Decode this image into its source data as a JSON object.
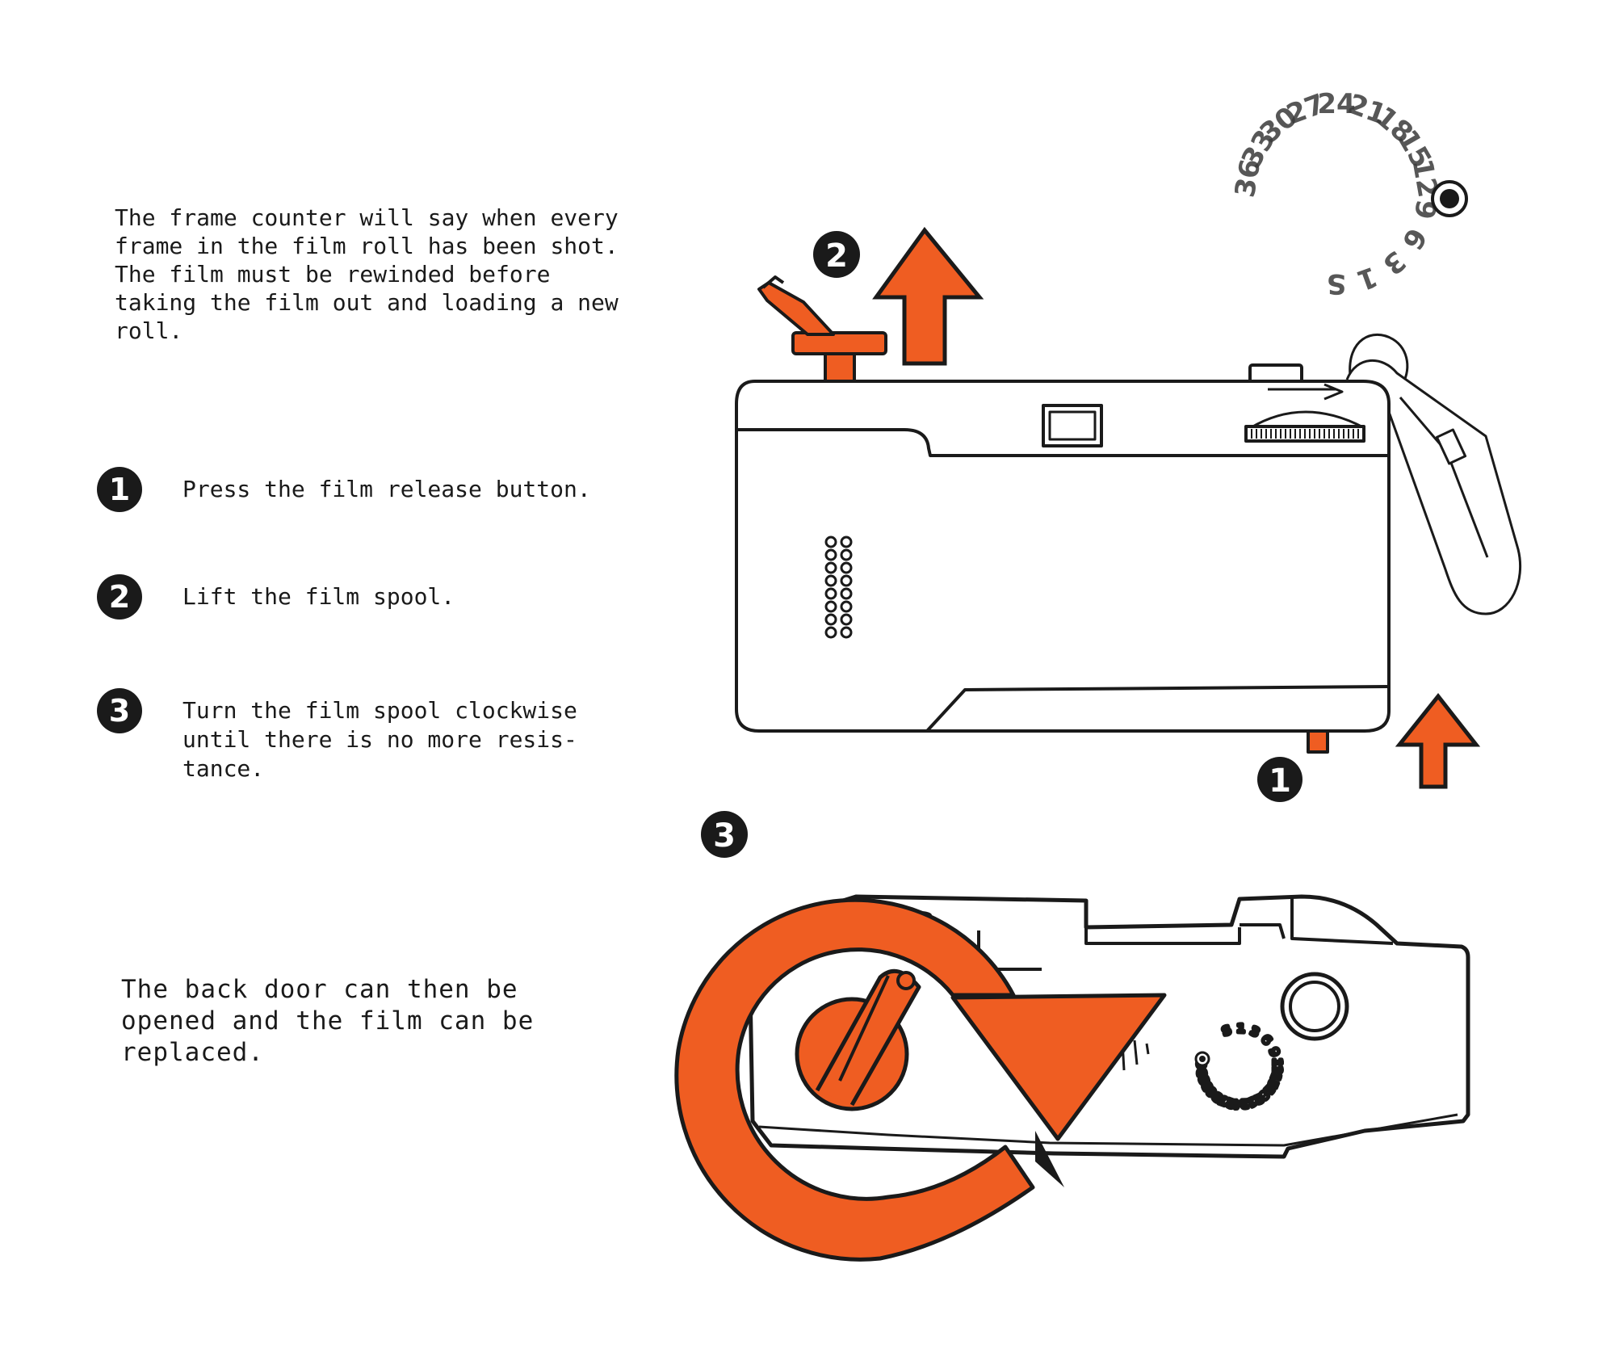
{
  "intro_text": "The frame counter will say when every\nframe in the film roll has been shot.\nThe film must be rewinded before\ntaking the film out and loading a new\nroll.",
  "steps": [
    {
      "number": "1",
      "text": "Press the film release button."
    },
    {
      "number": "2",
      "text": "Lift the film spool."
    },
    {
      "number": "3",
      "text": "Turn the film spool clockwise\nuntil there is no more resis-\ntance."
    }
  ],
  "outro_text": "The back door can then be\nopened and the film can be\nreplaced.",
  "frame_counter_numbers": [
    "S",
    "1",
    "3",
    "6",
    "9",
    "12",
    "15",
    "18",
    "21",
    "24",
    "27",
    "30",
    "33",
    "36"
  ],
  "diagram_labels": {
    "top_view_step_a": "2",
    "top_view_step_b": "1",
    "bottom_view_step": "3"
  },
  "colors": {
    "accent": "#ef5d22",
    "ink": "#1a1a1a",
    "paper": "#ffffff"
  }
}
